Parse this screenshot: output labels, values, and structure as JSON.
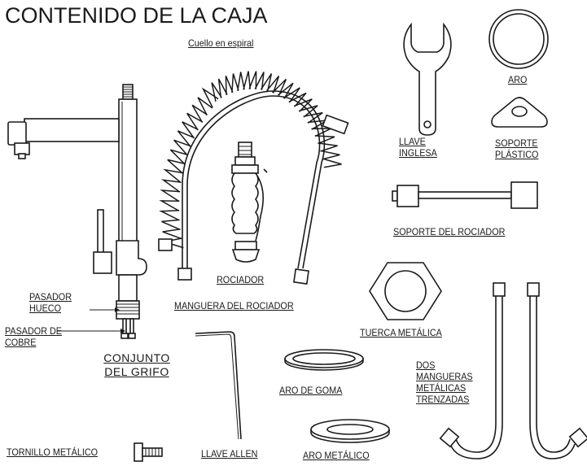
{
  "title": "CONTENIDO DE LA CAJA",
  "labels": {
    "cuello": "Cuello en espiral",
    "llave_inglesa_1": "LLAVE",
    "llave_inglesa_2": "INGLESA",
    "aro": "ARO",
    "soporte_plastico_1": "SOPORTE",
    "soporte_plastico_2": "PLÁSTICO",
    "soporte_rociador": "SOPORTE DEL ROCIADOR",
    "rociador": "ROCIADOR",
    "manguera_rociador": "MANGUERA DEL ROCIADOR",
    "pasador_hueco_1": "PASADOR",
    "pasador_hueco_2": "HUECO",
    "pasador_cobre_1": "PASADOR DE",
    "pasador_cobre_2": "COBRE",
    "conjunto_1": "CONJUNTO",
    "conjunto_2": "DEL GRIFO",
    "tuerca": "TUERCA METÁLICA",
    "aro_goma": "ARO DE GOMA",
    "mangueras_1": "DOS",
    "mangueras_2": "MANGUERAS",
    "mangueras_3": "METÁLICAS",
    "mangueras_4": "TRENZADAS",
    "tornillo": "TORNILLO METÁLICO",
    "llave_allen": "LLAVE ALLEN",
    "aro_metalico": "ARO METÁLICO"
  }
}
